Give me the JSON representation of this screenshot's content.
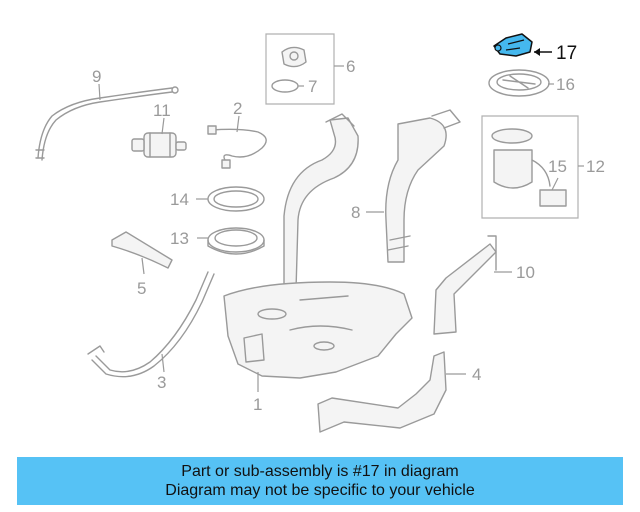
{
  "highlight_color": "#45b8ee",
  "banner": {
    "color": "#56c2f5",
    "line1": "Part or sub-assembly is #17 in diagram",
    "line2": "Diagram may not be specific to your vehicle"
  },
  "callouts": {
    "c1": "1",
    "c2": "2",
    "c3": "3",
    "c4": "4",
    "c5": "5",
    "c6": "6",
    "c7": "7",
    "c8": "8",
    "c9": "9",
    "c10": "10",
    "c11": "11",
    "c12": "12",
    "c13": "13",
    "c14": "14",
    "c15": "15",
    "c16": "16",
    "c17": "17"
  },
  "icons": [
    "fuel-tank-icon",
    "filler-neck-icon",
    "fuel-pump-icon",
    "fuel-filter-icon",
    "strap-icon",
    "bracket-icon"
  ]
}
